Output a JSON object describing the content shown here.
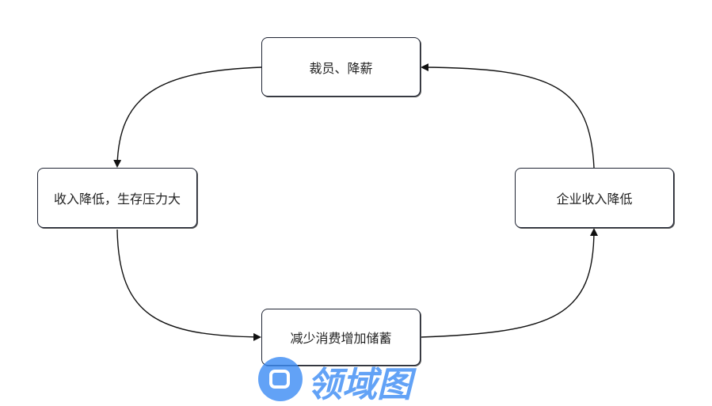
{
  "diagram": {
    "nodes": [
      {
        "id": "layoffs",
        "label": "裁员、降薪"
      },
      {
        "id": "income",
        "label": "收入降低，生存压力大"
      },
      {
        "id": "savings",
        "label": "减少消费增加储蓄"
      },
      {
        "id": "revenue",
        "label": "企业收入降低"
      }
    ],
    "edges": [
      {
        "from": "layoffs",
        "to": "income"
      },
      {
        "from": "income",
        "to": "savings"
      },
      {
        "from": "savings",
        "to": "revenue"
      },
      {
        "from": "revenue",
        "to": "layoffs"
      }
    ],
    "stroke_color": "#1f2433"
  },
  "watermark": {
    "text": "领域图",
    "color": "#3b8bf5"
  }
}
